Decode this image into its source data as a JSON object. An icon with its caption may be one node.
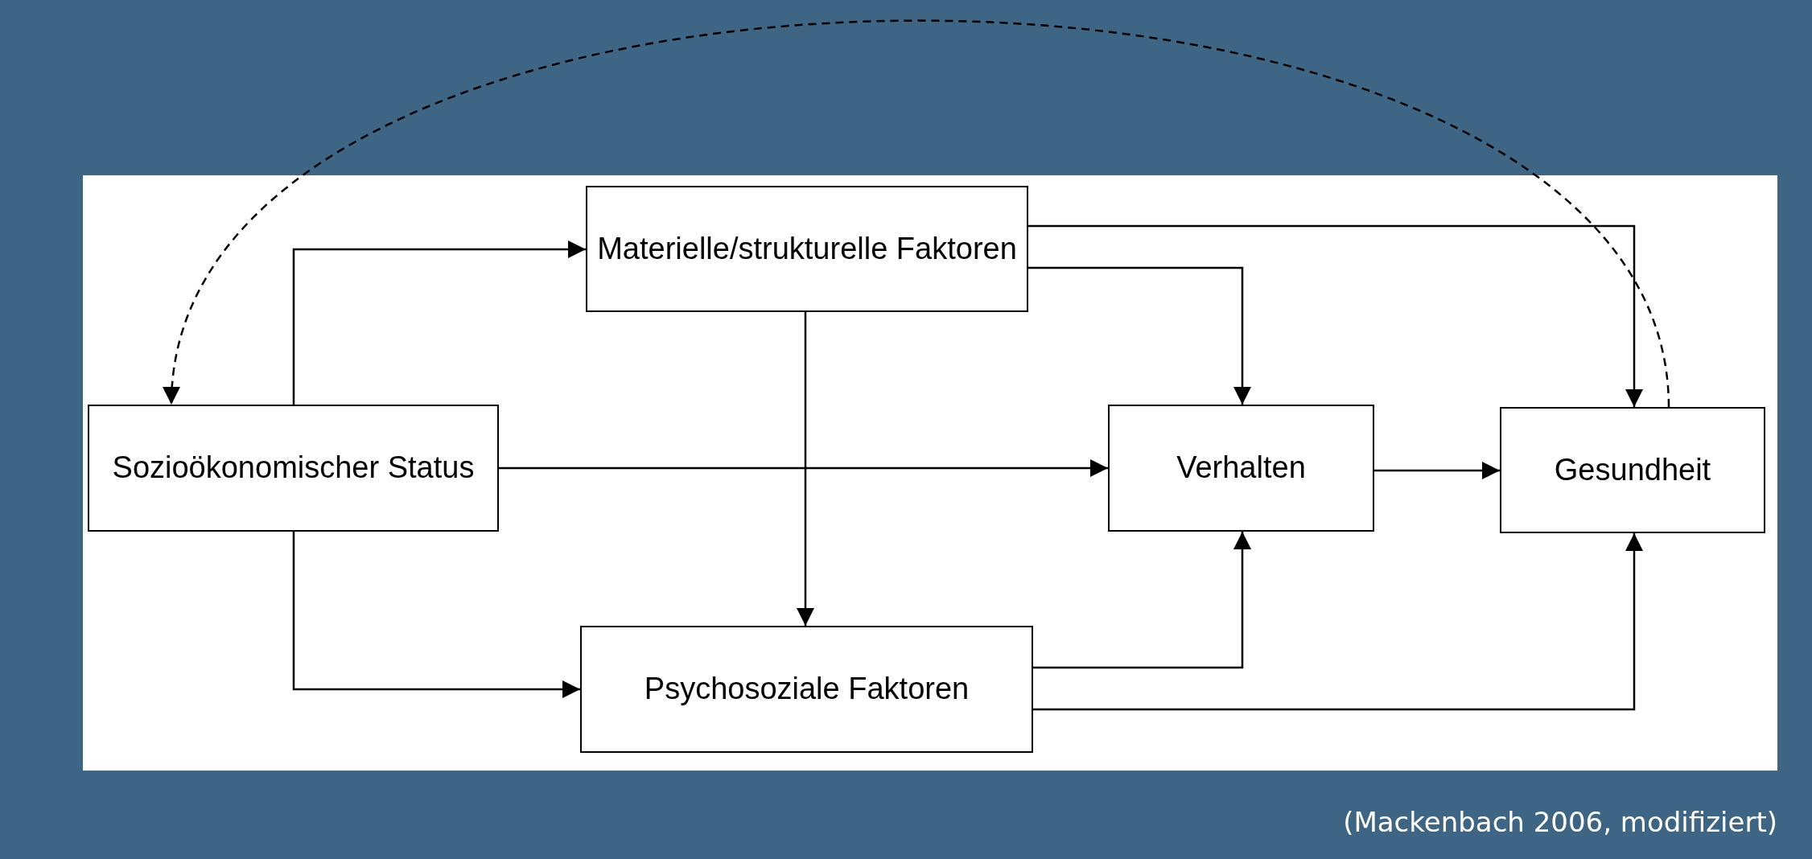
{
  "diagram": {
    "caption": "(Mackenbach 2006, modifiziert)",
    "nodes": [
      {
        "text": [
          "Sozioökonomischer Status"
        ]
      },
      {
        "text": [
          "Materielle/strukturelle Faktoren"
        ]
      },
      {
        "text": [
          "Verhalten"
        ]
      },
      {
        "text": [
          "Gesundheit"
        ]
      },
      {
        "text": [
          "Psychosoziale Faktoren"
        ]
      }
    ],
    "edges": [
      {
        "from": 0,
        "to": 1,
        "arrow": "to"
      },
      {
        "from": 0,
        "to": 2,
        "arrow": "to"
      },
      {
        "from": 0,
        "to": 4,
        "arrow": "to"
      },
      {
        "from": 1,
        "to": 3,
        "arrow": "to"
      },
      {
        "from": 1,
        "to": 2,
        "arrow": "to"
      },
      {
        "from": 1,
        "to": 4,
        "arrow": "to"
      },
      {
        "from": 2,
        "to": 3,
        "arrow": "to"
      },
      {
        "from": 4,
        "to": 2,
        "arrow": "to"
      },
      {
        "from": 4,
        "to": 3,
        "arrow": "to"
      },
      {
        "from": 3,
        "to": 0,
        "arrow": "to",
        "style": "dashed"
      }
    ]
  }
}
